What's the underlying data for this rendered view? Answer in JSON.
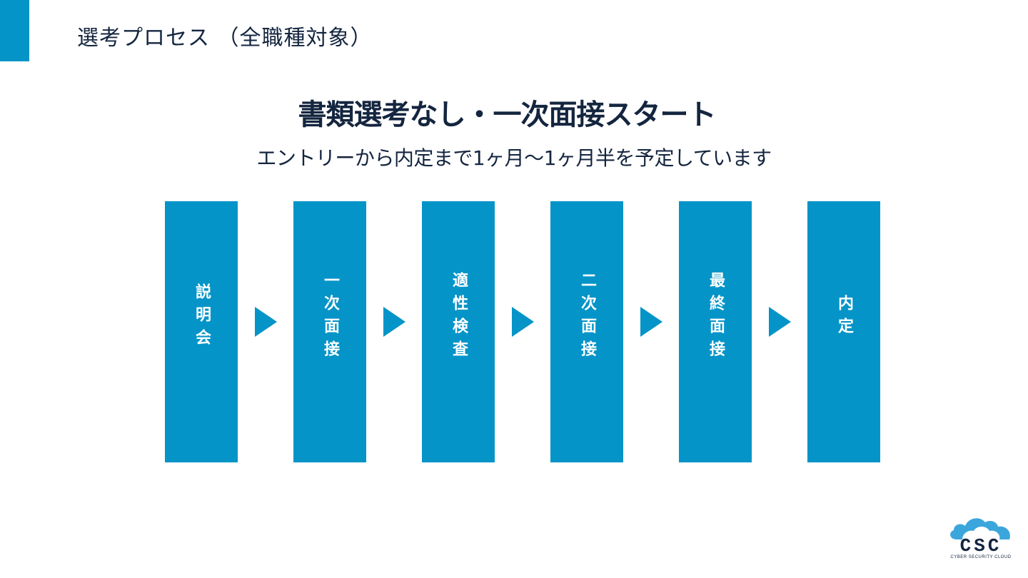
{
  "header": {
    "title": "選考プロセス （全職種対象）"
  },
  "headline": "書類選考なし・一次面接スタート",
  "subline": "エントリーから内定まで1ヶ月～1ヶ月半を予定しています",
  "steps": [
    {
      "label": "説明会"
    },
    {
      "label": "一次面接"
    },
    {
      "label": "適性検査"
    },
    {
      "label": "二次面接"
    },
    {
      "label": "最終面接"
    },
    {
      "label": "内定"
    }
  ],
  "arrow_icon": "triangle-right-icon",
  "logo": {
    "text": "CSC",
    "tagline": "CYBER SECURITY CLOUD"
  },
  "colors": {
    "accent": "#0494c8",
    "text": "#14253f",
    "background": "#ffffff"
  }
}
